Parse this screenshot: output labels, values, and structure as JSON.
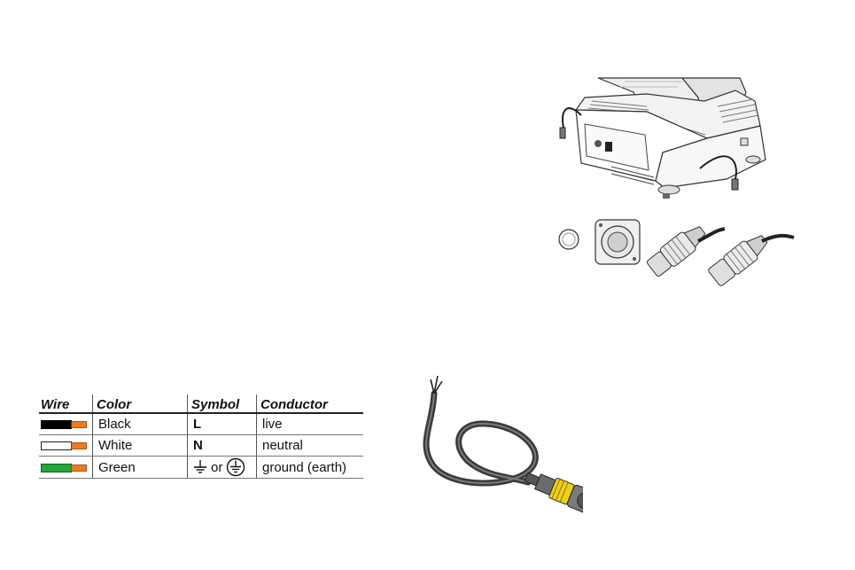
{
  "wiring_table": {
    "headers": {
      "wire": "Wire",
      "color": "Color",
      "symbol": "Symbol",
      "conductor": "Conductor"
    },
    "rows": [
      {
        "wire_color": "#000000",
        "color": "Black",
        "symbol": "L",
        "conductor": "live"
      },
      {
        "wire_color": "#ffffff",
        "color": "White",
        "symbol": "N",
        "conductor": "neutral"
      },
      {
        "wire_color": "#22a63a",
        "color": "Green",
        "symbol_or": "or",
        "conductor": "ground (earth)"
      }
    ],
    "tip_color": "#f07a1f"
  }
}
